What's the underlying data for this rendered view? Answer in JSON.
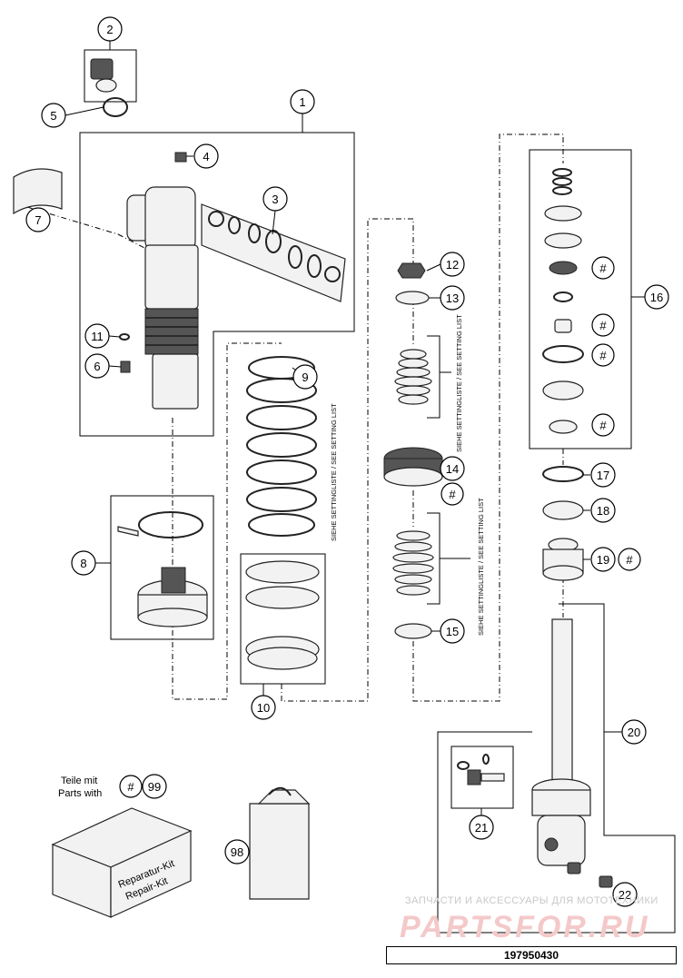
{
  "callouts": [
    {
      "id": "1",
      "label": "1"
    },
    {
      "id": "2",
      "label": "2"
    },
    {
      "id": "3",
      "label": "3"
    },
    {
      "id": "4",
      "label": "4"
    },
    {
      "id": "5",
      "label": "5"
    },
    {
      "id": "6",
      "label": "6"
    },
    {
      "id": "7",
      "label": "7"
    },
    {
      "id": "8",
      "label": "8"
    },
    {
      "id": "9",
      "label": "9"
    },
    {
      "id": "10",
      "label": "10"
    },
    {
      "id": "11",
      "label": "11"
    },
    {
      "id": "12",
      "label": "12"
    },
    {
      "id": "13",
      "label": "13"
    },
    {
      "id": "14",
      "label": "14"
    },
    {
      "id": "15",
      "label": "15"
    },
    {
      "id": "16",
      "label": "16"
    },
    {
      "id": "17",
      "label": "17"
    },
    {
      "id": "18",
      "label": "18"
    },
    {
      "id": "19",
      "label": "19"
    },
    {
      "id": "20",
      "label": "20"
    },
    {
      "id": "21",
      "label": "21"
    },
    {
      "id": "22",
      "label": "22"
    },
    {
      "id": "98",
      "label": "98"
    },
    {
      "id": "99",
      "label": "99"
    }
  ],
  "hash_symbol": "#",
  "setting_note": "SIEHE SETTINGLISTE / SEE SETTING LIST",
  "legend": {
    "line1": "Teile mit",
    "line2": "Parts with"
  },
  "repair_kit": {
    "line1": "Reparatur-Kit",
    "line2": "Repair-Kit"
  },
  "watermark": {
    "tagline": "ЗАПЧАСТИ И АКСЕССУАРЫ ДЛЯ МОТОТЕХНИКИ",
    "brand": "PARTSFOR.RU"
  },
  "doc_number": "197950430"
}
